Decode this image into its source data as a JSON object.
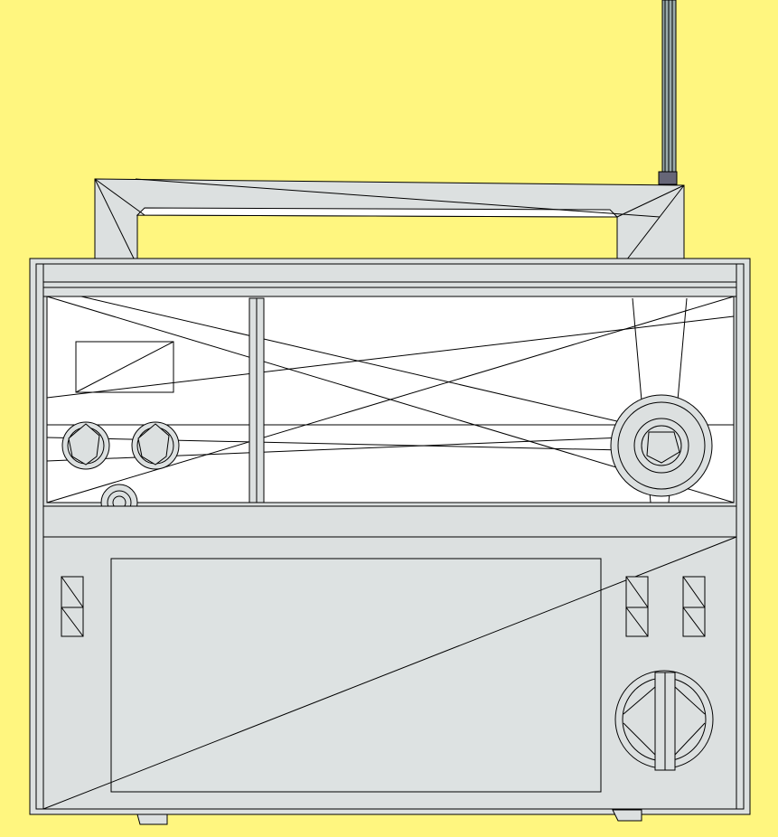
{
  "scene": {
    "subject": "portable-radio-wireframe",
    "colors": {
      "background": "#FFF67F",
      "body": "#DCE0E0",
      "dial_window": "#FFFFFF",
      "line": "#000000",
      "face_panel": "#DDE2E2"
    },
    "controls": {
      "left_knobs": 2,
      "small_knob": 1,
      "tuning_dial": 1,
      "left_switch_pairs": 1,
      "right_switch_pairs": 2,
      "volume_knob": 1
    }
  }
}
